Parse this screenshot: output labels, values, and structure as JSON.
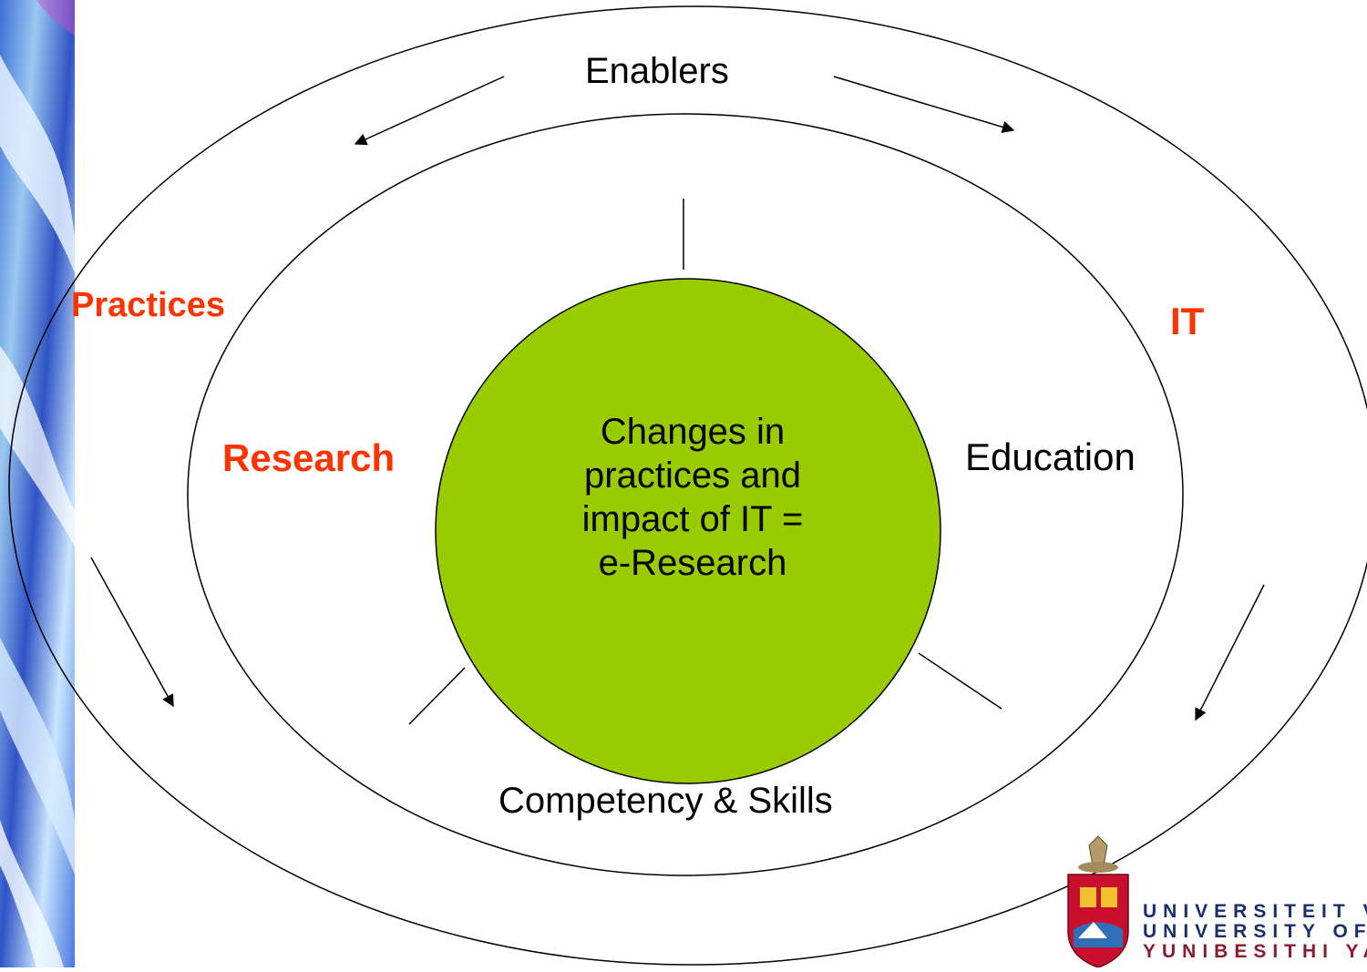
{
  "diagram": {
    "labels": {
      "enablers": "Enablers",
      "practices": "Practices",
      "it": "IT",
      "research": "Research",
      "education": "Education",
      "competency": "Competency & Skills"
    },
    "center": {
      "lines": [
        "Changes in",
        "practices and",
        "impact of IT =",
        "e-Research"
      ],
      "fill_color": "#99cc00"
    },
    "accent_color": "#ff3300"
  },
  "logo": {
    "line1": "UNIVERSITEIT VAN PRETORIA",
    "line2": "UNIVERSITY OF PRETORIA",
    "line3": "YUNIBESITHI YA PRETORIA",
    "line1_color": "#1a2f6e",
    "line2_color": "#1a2f6e",
    "line3_color": "#8b1b2e"
  }
}
